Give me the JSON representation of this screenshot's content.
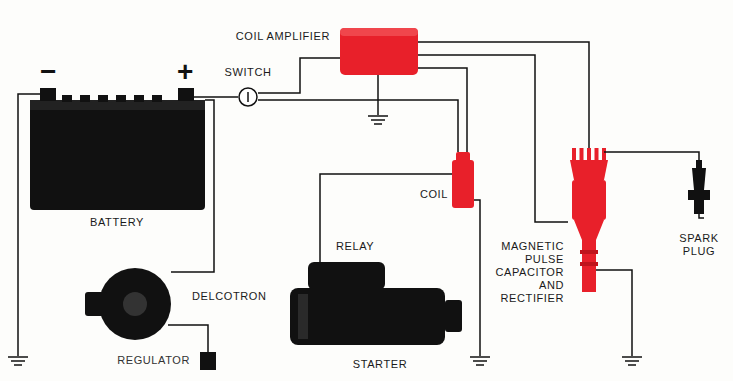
{
  "diagram": {
    "nodes": [
      {
        "text": [
          "BATTERY"
        ]
      },
      {
        "text": [
          "SWITCH"
        ]
      },
      {
        "text": [
          "COIL AMPLIFIER"
        ]
      },
      {
        "text": [
          "COIL"
        ]
      },
      {
        "text": [
          "RELAY"
        ]
      },
      {
        "text": [
          "STARTER"
        ]
      },
      {
        "text": [
          "DELCOTRON"
        ]
      },
      {
        "text": [
          "REGULATOR"
        ]
      },
      {
        "text": [
          "MAGNETIC PULSE CAPACITOR AND RECTIFIER"
        ]
      },
      {
        "text": [
          "SPARK PLUG"
        ]
      }
    ],
    "edges": [
      {
        "from": 0,
        "to": 1,
        "arrow": "none"
      },
      {
        "from": 0,
        "to": 6,
        "arrow": "none"
      },
      {
        "from": 1,
        "to": 2,
        "arrow": "none"
      },
      {
        "from": 1,
        "to": 3,
        "arrow": "none"
      },
      {
        "from": 2,
        "to": 3,
        "arrow": "none"
      },
      {
        "from": 2,
        "to": 8,
        "arrow": "none"
      },
      {
        "from": 2,
        "to": 8,
        "arrow": "none"
      },
      {
        "from": 3,
        "to": 4,
        "arrow": "none"
      },
      {
        "from": 6,
        "to": 7,
        "arrow": "none"
      },
      {
        "from": 8,
        "to": 9,
        "arrow": "none"
      }
    ],
    "labels": [
      "−",
      "+"
    ]
  }
}
